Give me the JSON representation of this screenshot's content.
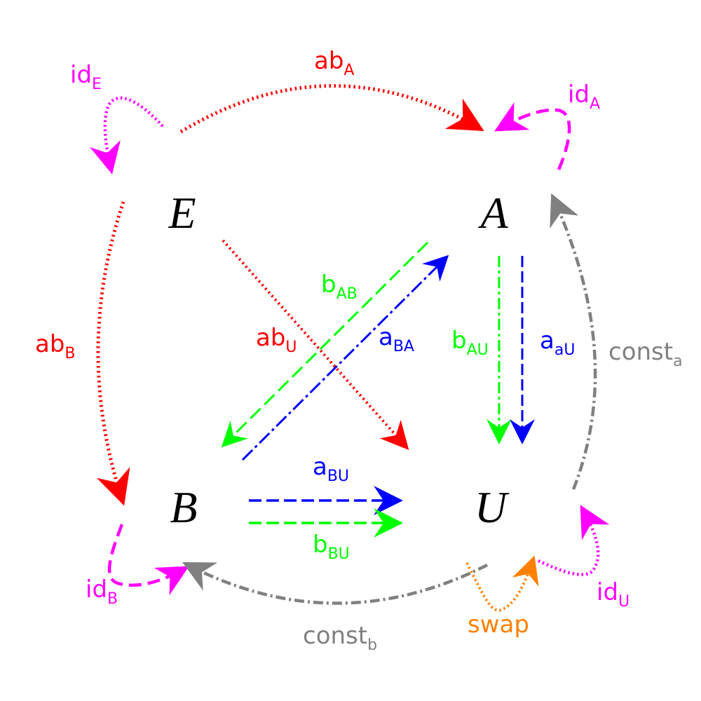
{
  "nodes": {
    "E": "E",
    "A": "A",
    "B": "B",
    "U": "U"
  },
  "colors": {
    "red": "#ff0000",
    "magenta": "#ff00ff",
    "green": "#00ff00",
    "blue": "#0000ff",
    "gray": "#808080",
    "orange": "#ff8000"
  },
  "edges": {
    "ab_A": {
      "base": "ab",
      "sub": "A"
    },
    "ab_B": {
      "base": "ab",
      "sub": "B"
    },
    "ab_U": {
      "base": "ab",
      "sub": "U"
    },
    "id_E": {
      "base": "id",
      "sub": "E"
    },
    "id_A": {
      "base": "id",
      "sub": "A"
    },
    "id_B": {
      "base": "id",
      "sub": "B"
    },
    "id_U": {
      "base": "id",
      "sub": "U"
    },
    "b_AB": {
      "base": "b",
      "sub": "AB"
    },
    "a_BA": {
      "base": "a",
      "sub": "BA"
    },
    "b_AU": {
      "base": "b",
      "sub": "AU"
    },
    "a_aU": {
      "base": "a",
      "sub": "aU"
    },
    "a_BU": {
      "base": "a",
      "sub": "BU"
    },
    "b_BU": {
      "base": "b",
      "sub": "BU"
    },
    "const_a": {
      "base": "const",
      "sub": "a"
    },
    "const_b": {
      "base": "const",
      "sub": "b"
    },
    "swap": {
      "base": "swap",
      "sub": ""
    }
  }
}
